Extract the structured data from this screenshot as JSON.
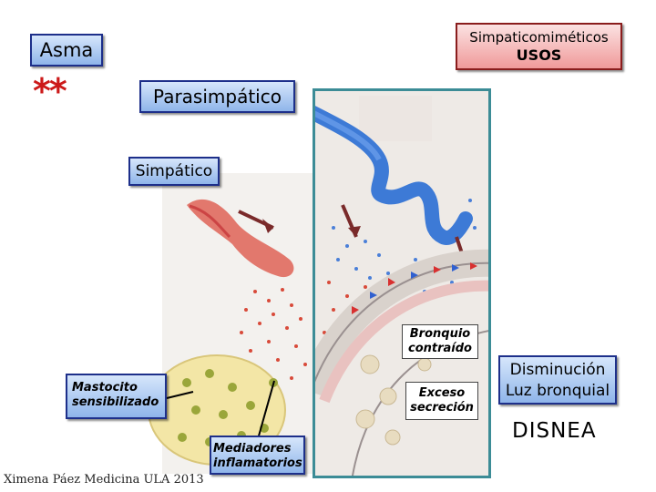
{
  "labels": {
    "asma": "Asma",
    "stars": "**",
    "simpaticomimeticos": "Simpaticomiméticos",
    "usos": "USOS",
    "parasimpatico": "Parasimpático",
    "simpatico": "Simpático",
    "bronquio": "Bronquio contraído",
    "mastocito": "Mastocito sensibilizado",
    "exceso": "Exceso secreción",
    "mediadores": "Mediadores inflamatorios",
    "disminucion": "Disminución Luz bronquial",
    "disnea": "DISNEA",
    "footer": "Ximena Páez Medicina ULA 2013"
  },
  "colors": {
    "box_blue": "#a9c7f0",
    "box_pink": "#f5b8b8",
    "star_red": "#cc1a1a",
    "panel_border": "#3c8c96"
  }
}
